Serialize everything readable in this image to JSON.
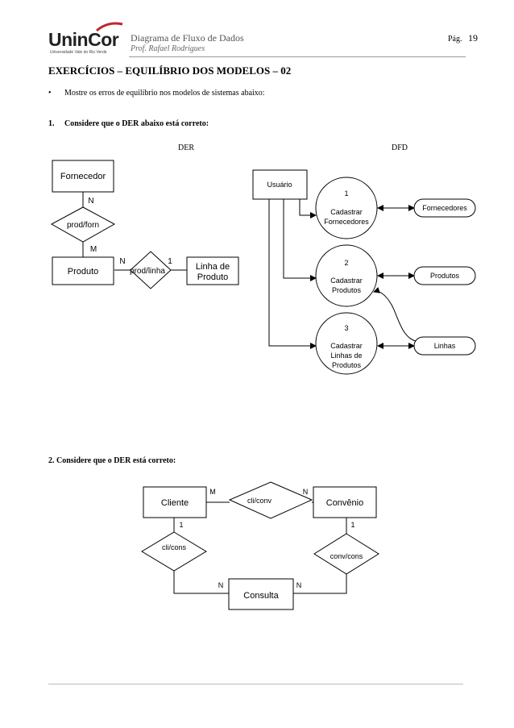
{
  "header": {
    "logo_text": "UninCor",
    "logo_subtitle": "Universidade Vale do Rio Verde",
    "title": "Diagrama de Fluxo de Dados",
    "author": "Prof. Rafael Rodrigues",
    "page_label": "Pág.",
    "page_number": "19"
  },
  "section_title": "EXERCÍCIOS – EQUILÍBRIO DOS MODELOS – 02",
  "bullet_text": "Mostre os erros de equilíbrio nos modelos de sistemas abaixo:",
  "exercise1": {
    "number": "1.",
    "text": "Considere que o DER abaixo está correto:",
    "der_label": "DER",
    "dfd_label": "DFD",
    "der": {
      "fornecedor": "Fornecedor",
      "prod_forn": "prod/forn",
      "card_n_top": "N",
      "card_m": "M",
      "produto": "Produto",
      "prod_linha": "prod/linha",
      "card_n_left": "N",
      "card_1": "1",
      "linha_line1": "Linha de",
      "linha_line2": "Produto"
    },
    "dfd": {
      "usuario": "Usuário",
      "p1_num": "1",
      "p1_line1": "Cadastrar",
      "p1_line2": "Fornecedores",
      "p2_num": "2",
      "p2_line1": "Cadastrar",
      "p2_line2": "Produtos",
      "p3_num": "3",
      "p3_line1": "Cadastrar",
      "p3_line2": "Linhas de",
      "p3_line3": "Produtos",
      "store_fornecedores": "Fornecedores",
      "store_produtos": "Produtos",
      "store_linhas": "Linhas"
    }
  },
  "exercise2": {
    "title": "2. Considere que o DER está correto:",
    "cliente": "Cliente",
    "convenio": "Convênio",
    "consulta": "Consulta",
    "cli_conv": "cli/conv",
    "cli_cons": "cli/cons",
    "conv_cons": "conv/cons",
    "card_m": "M",
    "card_n_conv": "N",
    "card_1_cli": "1",
    "card_1_conv": "1",
    "card_n_cons_left": "N",
    "card_n_cons_right": "N"
  }
}
